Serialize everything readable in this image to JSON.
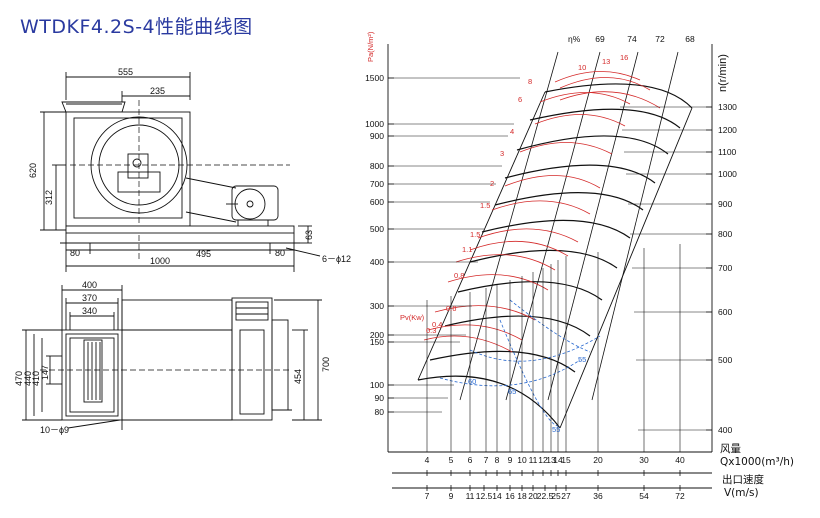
{
  "title": "WTDKF4.2S-4性能曲线图",
  "side_view": {
    "dims": [
      "555",
      "235",
      "620",
      "312",
      "80",
      "495",
      "80",
      "1000",
      "63",
      "6－ϕ12"
    ]
  },
  "front_view": {
    "dims": [
      "400",
      "370",
      "340",
      "470",
      "440",
      "410",
      "147",
      "454",
      "700",
      "10－ϕ9"
    ]
  },
  "chart_data": {
    "type": "line",
    "left_axis_unit": "Pa(N/m²)",
    "left_ticks": [
      "1500",
      "1000",
      "900",
      "800",
      "700",
      "600",
      "500",
      "400",
      "300",
      "200",
      "150",
      "100",
      "90",
      "80"
    ],
    "right_axis_unit": "n(r/min)",
    "right_ticks": [
      "1300",
      "1200",
      "1100",
      "1000",
      "900",
      "800",
      "700",
      "600",
      "500",
      "400"
    ],
    "eff_label": "η%",
    "eff_values": [
      "69",
      "74",
      "72",
      "68"
    ],
    "power_label": "Pv(Kw)",
    "power_values": [
      "10",
      "13",
      "16",
      "8",
      "6",
      "4",
      "3",
      "2",
      "1.5",
      "1.5",
      "1.1",
      "0.8",
      "0.6",
      "0.4",
      "0.3"
    ],
    "blue_values": [
      "65",
      "60",
      "55",
      "55"
    ],
    "flow_label_cn": "风量",
    "flow_label": "Qx1000(m³/h)",
    "flow_ticks": [
      "4",
      "5",
      "6",
      "7",
      "8",
      "9",
      "10",
      "11",
      "12",
      "13",
      "14",
      "15",
      "20",
      "30",
      "40"
    ],
    "vel_label_cn": "出口速度",
    "vel_label": "V(m/s)",
    "vel_ticks": [
      "7",
      "9",
      "11",
      "12.5",
      "14",
      "16",
      "18",
      "20",
      "22.5",
      "25",
      "27",
      "36",
      "54",
      "72"
    ]
  }
}
